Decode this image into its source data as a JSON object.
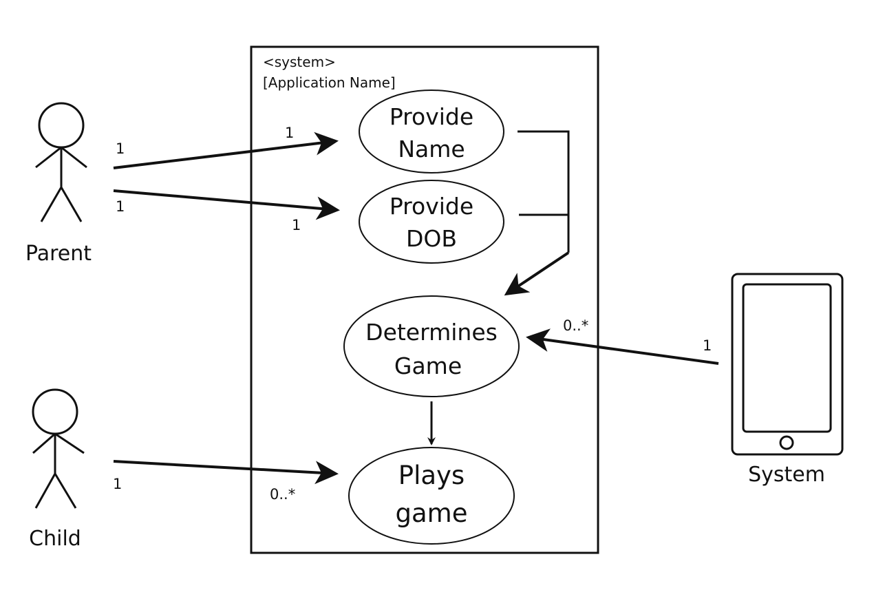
{
  "system_boundary": {
    "stereotype": "<system>",
    "name": "[Application Name]"
  },
  "actors": {
    "parent": {
      "label": "Parent"
    },
    "child": {
      "label": "Child"
    },
    "system": {
      "label": "System"
    }
  },
  "use_cases": {
    "provide_name": {
      "line1": "Provide",
      "line2": "Name"
    },
    "provide_dob": {
      "line1": "Provide",
      "line2": "DOB"
    },
    "determines_game": {
      "line1": "Determines",
      "line2": "Game"
    },
    "plays_game": {
      "line1": "Plays",
      "line2": "game"
    }
  },
  "multiplicities": {
    "parent_name_source": "1",
    "parent_name_target": "1",
    "parent_dob_source": "1",
    "parent_dob_target": "1",
    "system_game_source": "1",
    "system_game_target": "0..*",
    "child_play_source": "1",
    "child_play_target": "0..*"
  }
}
